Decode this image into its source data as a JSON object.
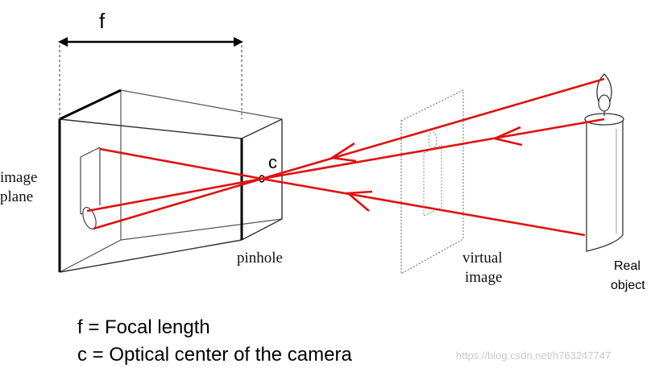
{
  "labels": {
    "f_top": "f",
    "c": "c",
    "image_plane_line1": "image",
    "image_plane_line2": "plane",
    "pinhole": "pinhole",
    "virtual_line1": "virtual",
    "virtual_line2": "image",
    "real_line1": "Real",
    "real_line2": "object"
  },
  "legend": {
    "line1": "f = Focal length",
    "line2": "c = Optical center of the camera"
  },
  "watermark": "https://blog.csdn.net/h763247747",
  "colors": {
    "ray": "#e01010",
    "box_edge": "#000000",
    "thin_edge": "#555555",
    "dashed": "#666666"
  }
}
